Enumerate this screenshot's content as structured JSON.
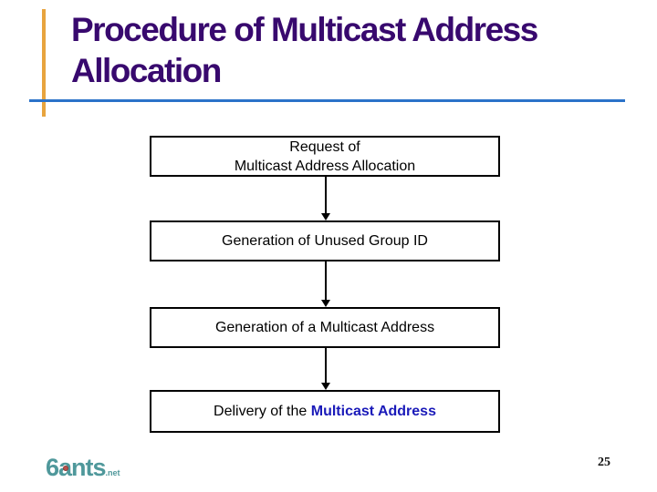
{
  "slide": {
    "title": "Procedure of Multicast Address Allocation",
    "colors": {
      "title_text": "#38096E",
      "accent_rule_blue": "#2B72C9",
      "accent_bar_orange": "#E8A43E",
      "box_border": "#000000",
      "box_text": "#000000",
      "highlight_blue": "#1A1AB9",
      "logo_teal": "#4F989B",
      "logo_dot_red": "#B9504A"
    }
  },
  "flowchart": {
    "boxes": [
      {
        "lines": [
          "Request of",
          "Multicast Address Allocation"
        ]
      },
      {
        "lines": [
          "Generation of Unused Group ID"
        ]
      },
      {
        "lines": [
          "Generation of a Multicast Address"
        ]
      },
      {
        "prefix": "Delivery of the ",
        "highlight": "Multicast Address"
      }
    ]
  },
  "footer": {
    "logo_text": "6ants",
    "logo_suffix": ".net",
    "page_number": "25"
  }
}
